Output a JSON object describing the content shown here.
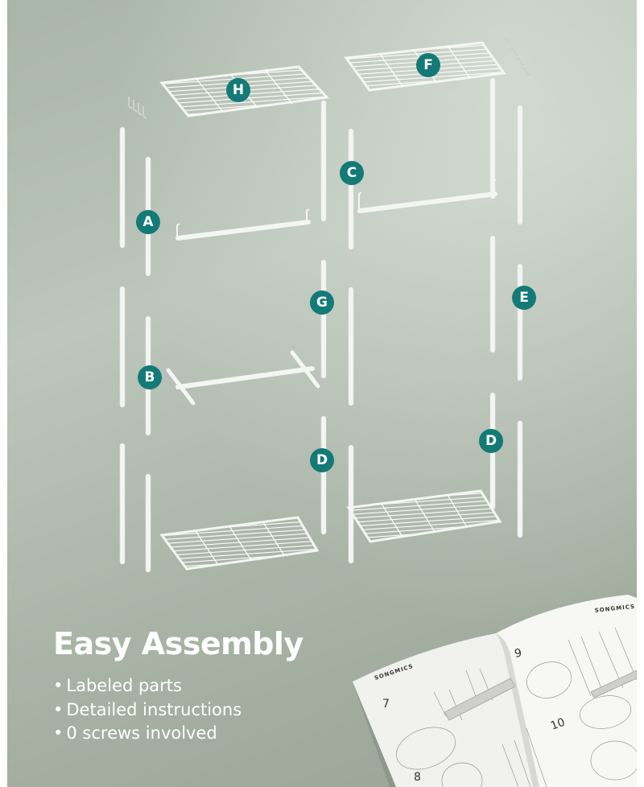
{
  "headline": "Easy Assembly",
  "features": [
    "Labeled parts",
    "Detailed instructions",
    "0 screws involved"
  ],
  "part_labels": [
    "A",
    "B",
    "C",
    "D",
    "D",
    "E",
    "F",
    "G",
    "H"
  ],
  "badges": {
    "H": "H",
    "F": "F",
    "A": "A",
    "C": "C",
    "G": "G",
    "E": "E",
    "B": "B",
    "D1": "D",
    "D2": "D"
  },
  "manual": {
    "brand_left": "SONGMICS",
    "brand_right": "SONGMICS",
    "steps": [
      "7",
      "8",
      "9",
      "10"
    ]
  },
  "colors": {
    "badge": "#137a78",
    "background": "#aab4a7",
    "parts": "#f5f7f4",
    "text": "#ffffff"
  }
}
